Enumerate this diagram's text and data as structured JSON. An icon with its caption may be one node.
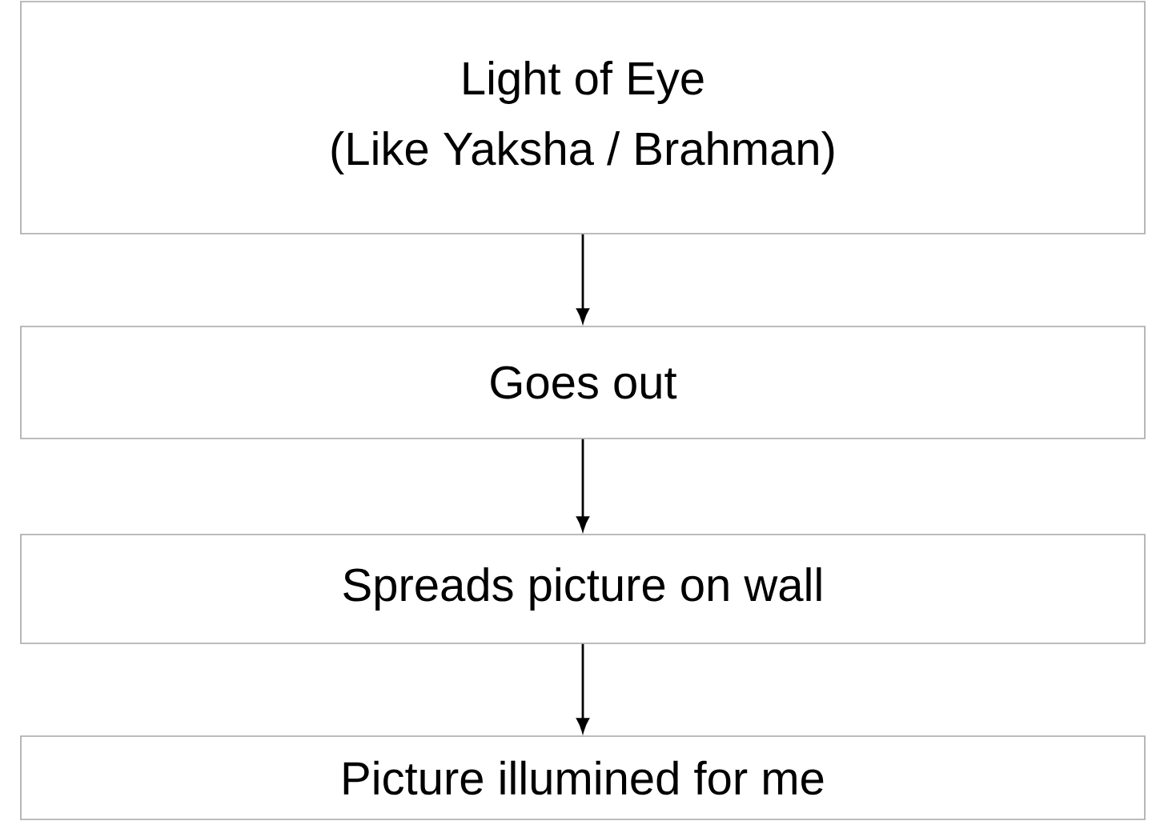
{
  "diagram": {
    "nodes": [
      {
        "text": [
          "Light of Eye",
          "(Like Yaksha / Brahman)"
        ]
      },
      {
        "text": [
          "Goes out"
        ]
      },
      {
        "text": [
          "Spreads picture on wall"
        ]
      },
      {
        "text": [
          "Picture illumined for me"
        ]
      }
    ],
    "edges": [
      {
        "from": 0,
        "to": 1,
        "arrow": "to"
      },
      {
        "from": 1,
        "to": 2,
        "arrow": "to"
      },
      {
        "from": 2,
        "to": 3,
        "arrow": "to"
      }
    ]
  }
}
